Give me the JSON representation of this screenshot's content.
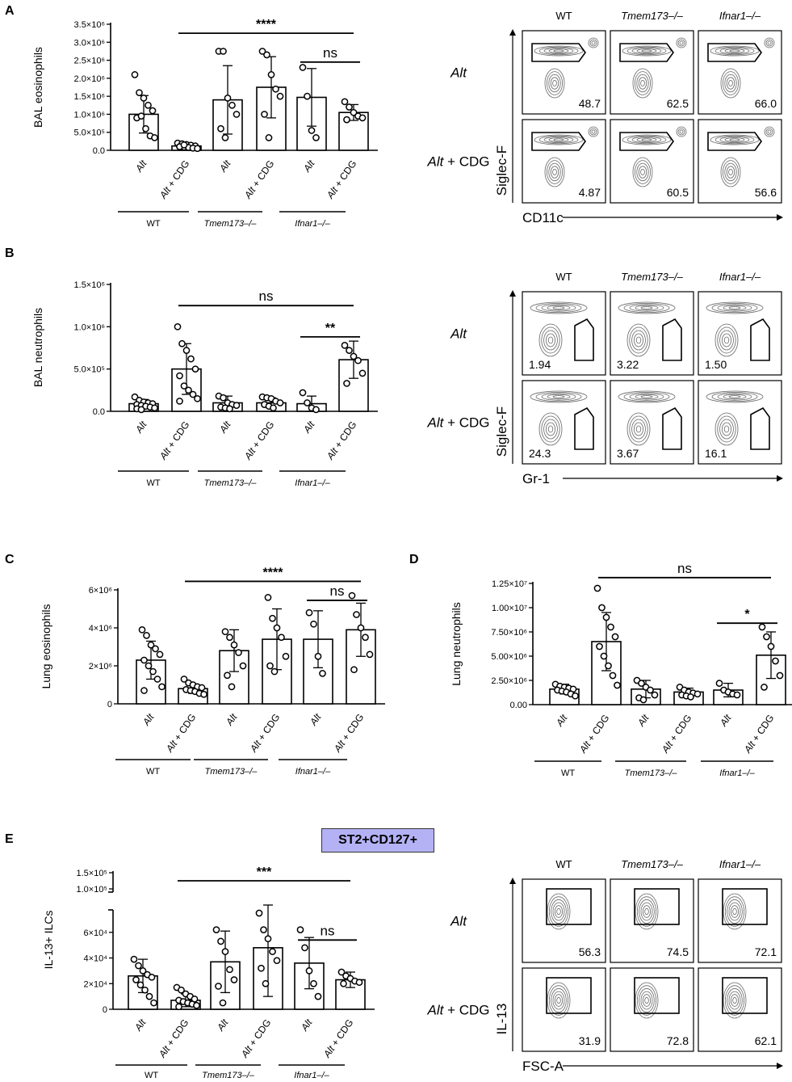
{
  "panels": {
    "A": {
      "letter": "A"
    },
    "B": {
      "letter": "B"
    },
    "C": {
      "letter": "C"
    },
    "D": {
      "letter": "D"
    },
    "E": {
      "letter": "E",
      "badge": "ST2+CD127+"
    }
  },
  "flow": {
    "A": {
      "columns": [
        "WT",
        "Tmem173–/–",
        "Ifnar1–/–"
      ],
      "rows": [
        "Alt",
        "Alt + CDG"
      ],
      "y_axis": "Siglec-F",
      "x_axis": "CD11c",
      "values": [
        [
          "48.7",
          "62.5",
          "66.0"
        ],
        [
          "4.87",
          "60.5",
          "56.6"
        ]
      ]
    },
    "B": {
      "columns": [
        "WT",
        "Tmem173–/–",
        "Ifnar1–/–"
      ],
      "rows": [
        "Alt",
        "Alt + CDG"
      ],
      "y_axis": "Siglec-F",
      "x_axis": "Gr-1",
      "values": [
        [
          "1.94",
          "3.22",
          "1.50"
        ],
        [
          "24.3",
          "3.67",
          "16.1"
        ]
      ]
    },
    "E": {
      "columns": [
        "WT",
        "Tmem173–/–",
        "Ifnar1–/–"
      ],
      "rows": [
        "Alt",
        "Alt + CDG"
      ],
      "y_axis": "IL-13",
      "x_axis": "FSC-A",
      "values": [
        [
          "56.3",
          "74.5",
          "72.1"
        ],
        [
          "31.9",
          "72.8",
          "62.1"
        ]
      ]
    }
  },
  "chart_data": [
    {
      "panel": "A",
      "type": "bar",
      "ylabel": "BAL eosinophils",
      "categories": [
        "Alt",
        "Alt + CDG",
        "Alt",
        "Alt + CDG",
        "Alt",
        "Alt + CDG"
      ],
      "groups": [
        "WT",
        "Tmem173–/–",
        "Ifnar1–/–"
      ],
      "values": [
        1000000,
        120000,
        1400000,
        1750000,
        1470000,
        1050000
      ],
      "error": [
        520000,
        50000,
        950000,
        850000,
        800000,
        220000
      ],
      "points": [
        [
          2100000,
          1600000,
          1450000,
          1250000,
          1100000,
          900000,
          950000,
          600000,
          400000,
          350000
        ],
        [
          200000,
          180000,
          160000,
          140000,
          120000,
          100000,
          90000,
          80000,
          60000,
          50000,
          100000,
          150000
        ],
        [
          2750000,
          2750000,
          1450000,
          1250000,
          1000000,
          600000,
          350000
        ],
        [
          2750000,
          2650000,
          2100000,
          1700000,
          1500000,
          1000000,
          350000
        ],
        [
          2300000,
          1500000,
          550000,
          350000
        ],
        [
          1350000,
          1200000,
          1050000,
          950000,
          900000,
          850000
        ]
      ],
      "ylim": [
        0,
        3500000
      ],
      "ticks": [
        0,
        500000,
        1000000,
        1500000,
        2000000,
        2500000,
        3000000,
        3500000
      ],
      "tick_labels": [
        "0.0",
        "5.0×10⁵",
        "1.0×10⁶",
        "1.5×10⁶",
        "2.0×10⁶",
        "2.5×10⁶",
        "3.0×10⁶",
        "3.5×10⁶"
      ],
      "brackets": [
        {
          "from": 1,
          "to": 5,
          "label": "****",
          "level": 3250000
        },
        {
          "from": 4,
          "to": 5,
          "label": "ns",
          "level": 2450000
        }
      ]
    },
    {
      "panel": "B",
      "type": "bar",
      "ylabel": "BAL neutrophils",
      "categories": [
        "Alt",
        "Alt + CDG",
        "Alt",
        "Alt + CDG",
        "Alt",
        "Alt + CDG"
      ],
      "groups": [
        "WT",
        "Tmem173–/–",
        "Ifnar1–/–"
      ],
      "values": [
        90000,
        500000,
        100000,
        100000,
        90000,
        610000
      ],
      "error": [
        50000,
        300000,
        80000,
        60000,
        90000,
        220000
      ],
      "points": [
        [
          170000,
          130000,
          110000,
          100000,
          90000,
          80000,
          70000,
          60000,
          50000,
          40000,
          30000,
          20000
        ],
        [
          1000000,
          800000,
          720000,
          620000,
          500000,
          420000,
          300000,
          250000,
          200000,
          150000,
          120000
        ],
        [
          180000,
          160000,
          100000,
          80000,
          70000,
          50000,
          40000,
          30000
        ],
        [
          170000,
          160000,
          150000,
          120000,
          100000,
          80000,
          60000,
          40000
        ],
        [
          220000,
          100000,
          40000,
          20000
        ],
        [
          780000,
          720000,
          650000,
          600000,
          450000,
          330000
        ]
      ],
      "ylim": [
        0,
        1500000
      ],
      "ticks": [
        0,
        500000,
        1000000,
        1500000
      ],
      "tick_labels": [
        "0.0",
        "5.0×10⁵",
        "1.0×10⁶",
        "1.5×10⁶"
      ],
      "brackets": [
        {
          "from": 1,
          "to": 5,
          "label": "ns",
          "level": 1250000
        },
        {
          "from": 4,
          "to": 5,
          "label": "**",
          "level": 880000
        }
      ]
    },
    {
      "panel": "C",
      "type": "bar",
      "ylabel": "Lung eosinophils",
      "categories": [
        "Alt",
        "Alt + CDG",
        "Alt",
        "Alt + CDG",
        "Alt",
        "Alt + CDG"
      ],
      "groups": [
        "WT",
        "Tmem173–/–",
        "Ifnar1–/–"
      ],
      "values": [
        2300000,
        800000,
        2800000,
        3400000,
        3400000,
        3900000
      ],
      "error": [
        1000000,
        250000,
        1100000,
        1600000,
        1500000,
        1400000
      ],
      "points": [
        [
          3900000,
          3600000,
          3100000,
          2900000,
          2600000,
          2300000,
          2000000,
          1700000,
          1300000,
          900000,
          700000
        ],
        [
          1300000,
          1100000,
          1000000,
          900000,
          850000,
          750000,
          700000,
          650000,
          550000,
          500000
        ],
        [
          3800000,
          3500000,
          3100000,
          2700000,
          2000000,
          1500000,
          900000
        ],
        [
          5600000,
          4500000,
          4000000,
          3500000,
          2500000,
          2000000,
          1700000
        ],
        [
          4800000,
          4200000,
          2500000,
          1600000
        ],
        [
          5700000,
          4700000,
          4000000,
          3500000,
          2600000,
          1800000
        ]
      ],
      "ylim": [
        0,
        6000000
      ],
      "ticks": [
        0,
        2000000,
        4000000,
        6000000
      ],
      "tick_labels": [
        "0",
        "2×10⁶",
        "4×10⁶",
        "6×10⁶"
      ],
      "brackets": [
        {
          "from": 1,
          "to": 5,
          "label": "****",
          "level": 6450000
        },
        {
          "from": 4,
          "to": 5,
          "label": "ns",
          "level": 5450000
        }
      ]
    },
    {
      "panel": "D",
      "type": "bar",
      "ylabel": "Lung neutrophils",
      "categories": [
        "Alt",
        "Alt + CDG",
        "Alt",
        "Alt + CDG",
        "Alt",
        "Alt + CDG"
      ],
      "groups": [
        "WT",
        "Tmem173–/–",
        "Ifnar1–/–"
      ],
      "values": [
        1600000,
        6500000,
        1600000,
        1300000,
        1500000,
        5100000
      ],
      "error": [
        500000,
        3000000,
        900000,
        400000,
        700000,
        2400000
      ],
      "points": [
        [
          2100000,
          1900000,
          1800000,
          1700000,
          1600000,
          1500000,
          1400000,
          1300000,
          1100000,
          900000
        ],
        [
          12000000,
          10000000,
          9000000,
          8000000,
          7000000,
          6000000,
          5000000,
          4000000,
          3000000,
          2000000
        ],
        [
          2500000,
          2200000,
          1800000,
          1500000,
          1000000,
          700000,
          500000
        ],
        [
          1800000,
          1500000,
          1300000,
          1200000,
          1100000,
          1000000,
          900000,
          800000
        ],
        [
          2200000,
          1500000,
          1300000,
          1100000,
          1000000
        ],
        [
          8000000,
          7000000,
          6000000,
          4500000,
          3000000,
          1800000
        ]
      ],
      "ylim": [
        0,
        12500000
      ],
      "ticks": [
        0,
        2500000,
        5000000,
        7500000,
        10000000,
        12500000
      ],
      "tick_labels": [
        "0.00",
        "2.50×10⁶",
        "5.00×10⁶",
        "7.50×10⁶",
        "1.00×10⁷",
        "1.25×10⁷"
      ],
      "brackets": [
        {
          "from": 1,
          "to": 5,
          "label": "ns",
          "level": 13100000
        },
        {
          "from": 4,
          "to": 5,
          "label": "*",
          "level": 8400000
        }
      ]
    },
    {
      "panel": "E",
      "type": "bar",
      "ylabel": "IL-13+ ILCs",
      "categories": [
        "Alt",
        "Alt + CDG",
        "Alt",
        "Alt + CDG",
        "Alt",
        "Alt + CDG"
      ],
      "groups": [
        "WT",
        "Tmem173–/–",
        "Ifnar1–/–"
      ],
      "values": [
        26000,
        7000,
        37000,
        48000,
        36000,
        23000
      ],
      "error": [
        13000,
        5000,
        24000,
        38000,
        20000,
        6000
      ],
      "points": [
        [
          39000,
          34000,
          30000,
          27000,
          25000,
          23000,
          19000,
          15000,
          10000,
          5000
        ],
        [
          17000,
          15000,
          12000,
          10000,
          8000,
          7000,
          6000,
          5000,
          4000,
          3000,
          2000
        ],
        [
          62000,
          53000,
          45000,
          31000,
          23000,
          18000,
          5000
        ],
        [
          75000,
          62000,
          55000,
          45000,
          38000,
          32000,
          20000
        ],
        [
          62000,
          48000,
          30000,
          20000,
          10000
        ],
        [
          29000,
          26000,
          24000,
          22000,
          21000,
          20000
        ]
      ],
      "ylim": [
        0,
        150000
      ],
      "axis_break": [
        75000,
        100000
      ],
      "ticks": [
        0,
        20000,
        40000,
        60000,
        100000,
        150000
      ],
      "tick_labels": [
        "0",
        "2×10⁴",
        "4×10⁴",
        "6×10⁴",
        "1.0×10⁵",
        "1.5×10⁵"
      ],
      "brackets": [
        {
          "from": 1,
          "to": 5,
          "label": "***",
          "level": 125000
        },
        {
          "from": 4,
          "to": 5,
          "label": "ns",
          "level": 54000
        }
      ]
    }
  ]
}
